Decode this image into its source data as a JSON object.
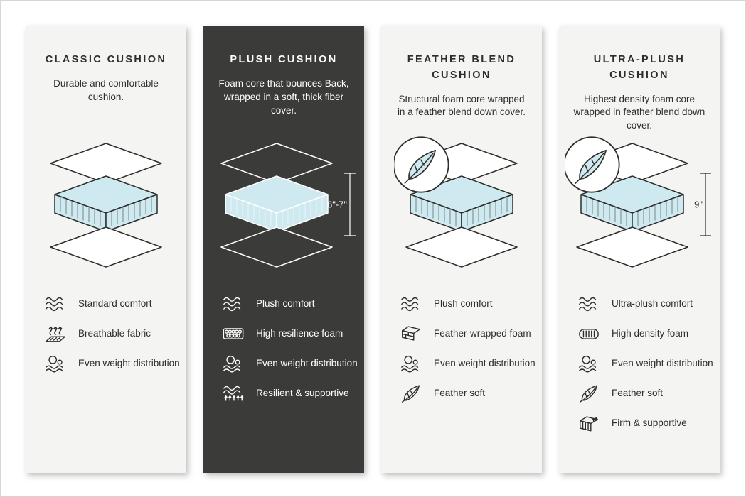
{
  "colors": {
    "page_bg": "#ffffff",
    "card_light_bg": "#f4f4f2",
    "card_dark_bg": "#3b3b39",
    "ink_dark": "#2d2d2b",
    "ink_light": "#ffffff",
    "foam_fill": "#cfe9f0"
  },
  "cards": [
    {
      "id": "classic-cushion",
      "theme": "light",
      "title": "CLASSIC CUSHION",
      "description": "Durable and comfortable cushion.",
      "diagram": {
        "feather_badge": false,
        "dimension_label": ""
      },
      "features": [
        {
          "icon": "waves-icon",
          "label": "Standard comfort"
        },
        {
          "icon": "breathable-fabric-icon",
          "label": "Breathable fabric"
        },
        {
          "icon": "weight-distribution-icon",
          "label": "Even weight distribution"
        }
      ]
    },
    {
      "id": "plush-cushion",
      "theme": "dark",
      "title": "PLUSH CUSHION",
      "description": "Foam core that bounces Back, wrapped in a soft, thick fiber cover.",
      "diagram": {
        "feather_badge": false,
        "dimension_label": "6\"-7\""
      },
      "features": [
        {
          "icon": "waves-icon",
          "label": "Plush comfort"
        },
        {
          "icon": "foam-cells-icon",
          "label": "High resilience foam"
        },
        {
          "icon": "weight-distribution-icon",
          "label": "Even weight distribution"
        },
        {
          "icon": "resilient-supportive-icon",
          "label": "Resilient & supportive"
        }
      ]
    },
    {
      "id": "feather-blend-cushion",
      "theme": "light",
      "title": "FEATHER BLEND CUSHION",
      "description": "Structural foam core wrapped in a feather blend down cover.",
      "diagram": {
        "feather_badge": true,
        "dimension_label": ""
      },
      "features": [
        {
          "icon": "waves-icon",
          "label": "Plush comfort"
        },
        {
          "icon": "feather-wrapped-foam-icon",
          "label": "Feather-wrapped foam"
        },
        {
          "icon": "weight-distribution-icon",
          "label": "Even weight distribution"
        },
        {
          "icon": "feather-icon",
          "label": "Feather soft"
        }
      ]
    },
    {
      "id": "ultra-plush-cushion",
      "theme": "light",
      "title": "ULTRA-PLUSH CUSHION",
      "description": "Highest density foam core wrapped in feather blend down cover.",
      "diagram": {
        "feather_badge": true,
        "dimension_label": "9\""
      },
      "features": [
        {
          "icon": "waves-icon",
          "label": "Ultra-plush comfort"
        },
        {
          "icon": "high-density-foam-icon",
          "label": "High density foam"
        },
        {
          "icon": "weight-distribution-icon",
          "label": "Even weight distribution"
        },
        {
          "icon": "feather-icon",
          "label": "Feather soft"
        },
        {
          "icon": "firm-supportive-icon",
          "label": "Firm & supportive"
        }
      ]
    }
  ]
}
